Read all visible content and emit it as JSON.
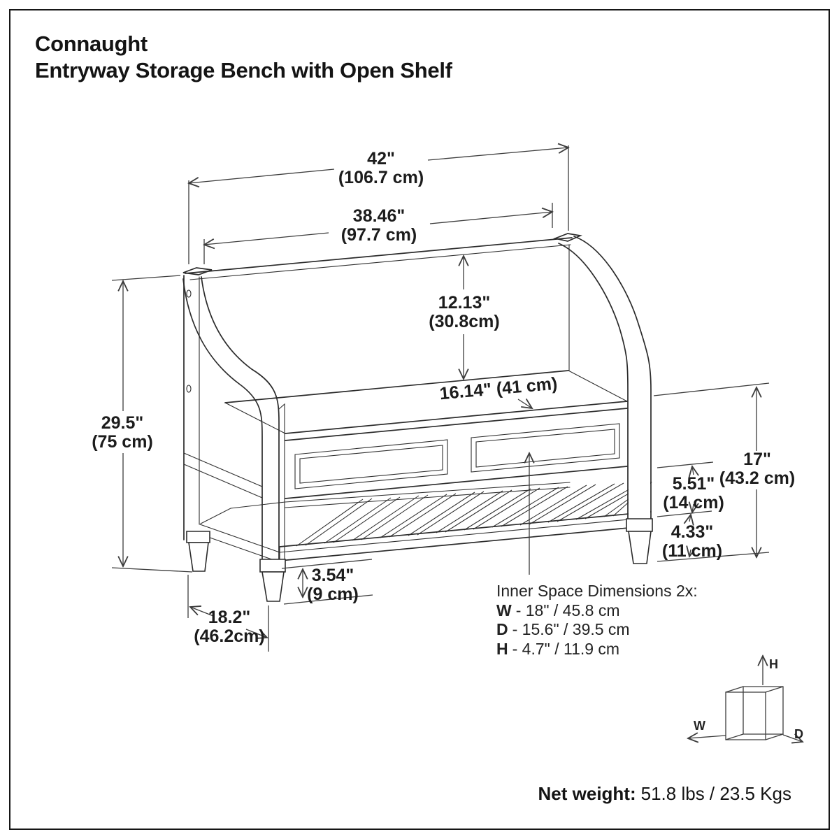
{
  "title": {
    "line1": "Connaught",
    "line2": "Entryway Storage Bench with Open Shelf"
  },
  "dims": {
    "overall_width": {
      "inches": "42\"",
      "metric": "(106.7 cm)"
    },
    "back_width": {
      "inches": "38.46\"",
      "metric": "(97.7 cm)"
    },
    "backrest_height": {
      "inches": "12.13\"",
      "metric": "(30.8cm)"
    },
    "seat_depth": {
      "label": "16.14\" (41 cm)"
    },
    "overall_height": {
      "inches": "29.5\"",
      "metric": "(75 cm)"
    },
    "seat_height": {
      "inches": "17\"",
      "metric": "(43.2 cm)"
    },
    "apron_height": {
      "inches": "5.51\"",
      "metric": "(14 cm)"
    },
    "shelf_gap": {
      "inches": "4.33\"",
      "metric": "(11 cm)"
    },
    "leg_height": {
      "inches": "3.54\"",
      "metric": "(9 cm)"
    },
    "depth": {
      "inches": "18.2\"",
      "metric": "(46.2cm)"
    }
  },
  "inner_space": {
    "heading": "Inner Space Dimensions 2x:",
    "rows": [
      {
        "key": "W",
        "value": "- 18\" / 45.8 cm"
      },
      {
        "key": "D",
        "value": "- 15.6\" / 39.5 cm"
      },
      {
        "key": "H",
        "value": "- 4.7\" / 11.9 cm"
      }
    ]
  },
  "cube": {
    "w": "W",
    "h": "H",
    "d": "D"
  },
  "net_weight": {
    "label": "Net weight:",
    "value": "51.8 lbs / 23.5 Kgs"
  }
}
